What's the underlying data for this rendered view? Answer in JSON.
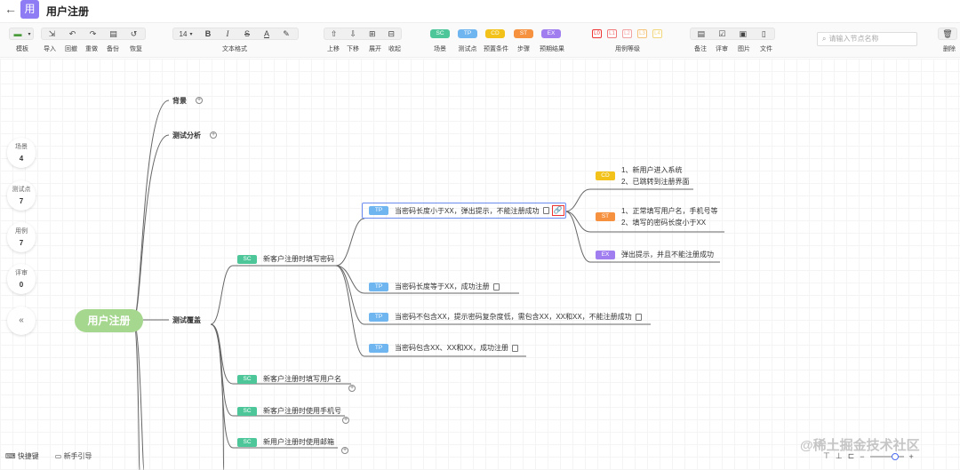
{
  "header": {
    "back_icon": "←",
    "logo_char": "用",
    "title": "用户注册"
  },
  "toolbar": {
    "template_label": "模板",
    "import_label": "导入",
    "undo_label": "回撤",
    "redo_label": "重做",
    "backup_label": "备份",
    "restore_label": "恢复",
    "font_size": "14",
    "text_format_label": "文本格式",
    "up_label": "上移",
    "down_label": "下移",
    "expand_label": "展开",
    "collapse_label": "收起",
    "tags": [
      {
        "text": "SC",
        "label": "场景",
        "color": "#4dc79a"
      },
      {
        "text": "TP",
        "label": "测试点",
        "color": "#6fb5f0"
      },
      {
        "text": "CD",
        "label": "预置条件",
        "color": "#f2c21a"
      },
      {
        "text": "ST",
        "label": "步骤",
        "color": "#f5913f"
      },
      {
        "text": "EX",
        "label": "预期结果",
        "color": "#a17ef0"
      }
    ],
    "levels": [
      "L0",
      "L1",
      "L2",
      "L3",
      "L4"
    ],
    "level_label": "用例等级",
    "note_label": "备注",
    "review_label": "评审",
    "image_label": "图片",
    "file_label": "文件",
    "search_placeholder": "请输入节点名称",
    "delete_label": "删除"
  },
  "stats": [
    {
      "label": "场景",
      "value": "4"
    },
    {
      "label": "测试点",
      "value": "7"
    },
    {
      "label": "用例",
      "value": "7"
    },
    {
      "label": "评审",
      "value": "0"
    }
  ],
  "collapse_icon": "«",
  "mindmap": {
    "root": "用户注册",
    "branch_background": "背景",
    "branch_analysis": "测试分析",
    "branch_coverage": "测试覆盖",
    "scenario1": "新客户注册时填写密码",
    "scenario2": "新客户注册时填写用户名",
    "scenario3": "新客户注册时使用手机号",
    "scenario4": "新用户注册时使用邮箱",
    "tp1": "当密码长度小于XX，弹出提示，不能注册成功",
    "tp2": "当密码长度等于XX，成功注册",
    "tp3": "当密码不包含XX，提示密码复杂度低，需包含XX，XX和XX，不能注册成功",
    "tp4": "当密码包含XX、XX和XX，成功注册",
    "cd_line1": "1、新用户进入系统",
    "cd_line2": "2、已跳转到注册界面",
    "st_line1": "1、正常填写用户名，手机号等",
    "st_line2": "2、填写的密码长度小于XX",
    "ex_text": "弹出提示，并且不能注册成功"
  },
  "footer": {
    "shortcut_label": "快捷键",
    "guide_label": "新手引导",
    "watermark": "@稀土掘金技术社区"
  }
}
